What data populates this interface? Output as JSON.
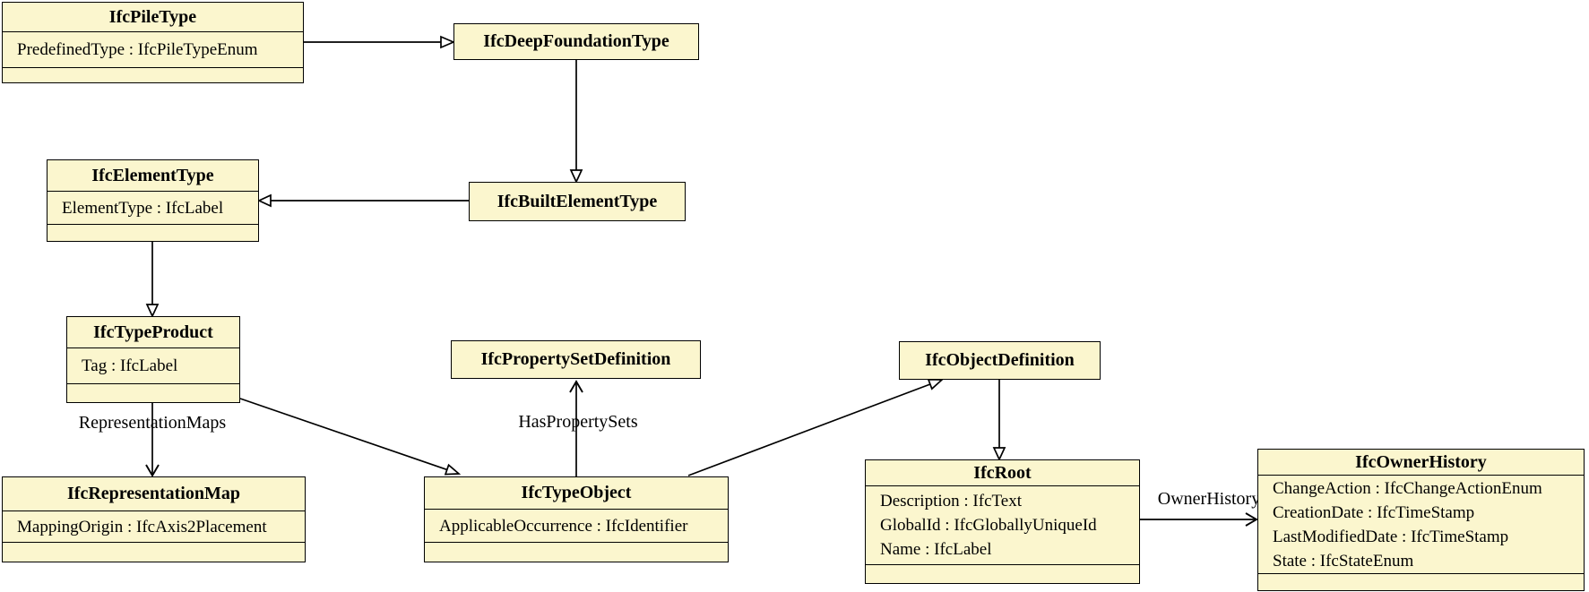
{
  "diagram": {
    "type": "uml-class-diagram",
    "subject": "IFC schema type inheritance",
    "colors": {
      "background": "#FFFFFF",
      "node_fill": "#FBF6CE",
      "node_border": "#000000",
      "line": "#000000"
    },
    "nodes": [
      {
        "name": "IfcPileType",
        "attributes": [
          "PredefinedType : IfcPileTypeEnum"
        ]
      },
      {
        "name": "IfcDeepFoundationType",
        "attributes": []
      },
      {
        "name": "IfcElementType",
        "attributes": [
          "ElementType : IfcLabel"
        ]
      },
      {
        "name": "IfcBuiltElementType",
        "attributes": []
      },
      {
        "name": "IfcTypeProduct",
        "attributes": [
          "Tag : IfcLabel"
        ]
      },
      {
        "name": "IfcPropertySetDefinition",
        "attributes": []
      },
      {
        "name": "IfcObjectDefinition",
        "attributes": []
      },
      {
        "name": "IfcRepresentationMap",
        "attributes": [
          "MappingOrigin : IfcAxis2Placement"
        ]
      },
      {
        "name": "IfcTypeObject",
        "attributes": [
          "ApplicableOccurrence : IfcIdentifier"
        ]
      },
      {
        "name": "IfcRoot",
        "attributes": [
          "Description : IfcText",
          "GlobalId : IfcGloballyUniqueId",
          "Name : IfcLabel"
        ]
      },
      {
        "name": "IfcOwnerHistory",
        "attributes": [
          "ChangeAction : IfcChangeActionEnum",
          "CreationDate : IfcTimeStamp",
          "LastModifiedDate : IfcTimeStamp",
          "State : IfcStateEnum"
        ]
      }
    ],
    "edges": [
      {
        "from": "IfcPileType",
        "to": "IfcDeepFoundationType",
        "type": "inheritance",
        "label": ""
      },
      {
        "from": "IfcDeepFoundationType",
        "to": "IfcBuiltElementType",
        "type": "inheritance",
        "label": ""
      },
      {
        "from": "IfcBuiltElementType",
        "to": "IfcElementType",
        "type": "inheritance",
        "label": ""
      },
      {
        "from": "IfcElementType",
        "to": "IfcTypeProduct",
        "type": "inheritance",
        "label": ""
      },
      {
        "from": "IfcTypeProduct",
        "to": "IfcTypeObject",
        "type": "inheritance",
        "label": ""
      },
      {
        "from": "IfcTypeProduct",
        "to": "IfcRepresentationMap",
        "type": "association",
        "label": "RepresentationMaps"
      },
      {
        "from": "IfcTypeObject",
        "to": "IfcPropertySetDefinition",
        "type": "association",
        "label": "HasPropertySets"
      },
      {
        "from": "IfcTypeObject",
        "to": "IfcObjectDefinition",
        "type": "inheritance",
        "label": ""
      },
      {
        "from": "IfcObjectDefinition",
        "to": "IfcRoot",
        "type": "inheritance",
        "label": ""
      },
      {
        "from": "IfcRoot",
        "to": "IfcOwnerHistory",
        "type": "association",
        "label": "OwnerHistory"
      }
    ]
  }
}
